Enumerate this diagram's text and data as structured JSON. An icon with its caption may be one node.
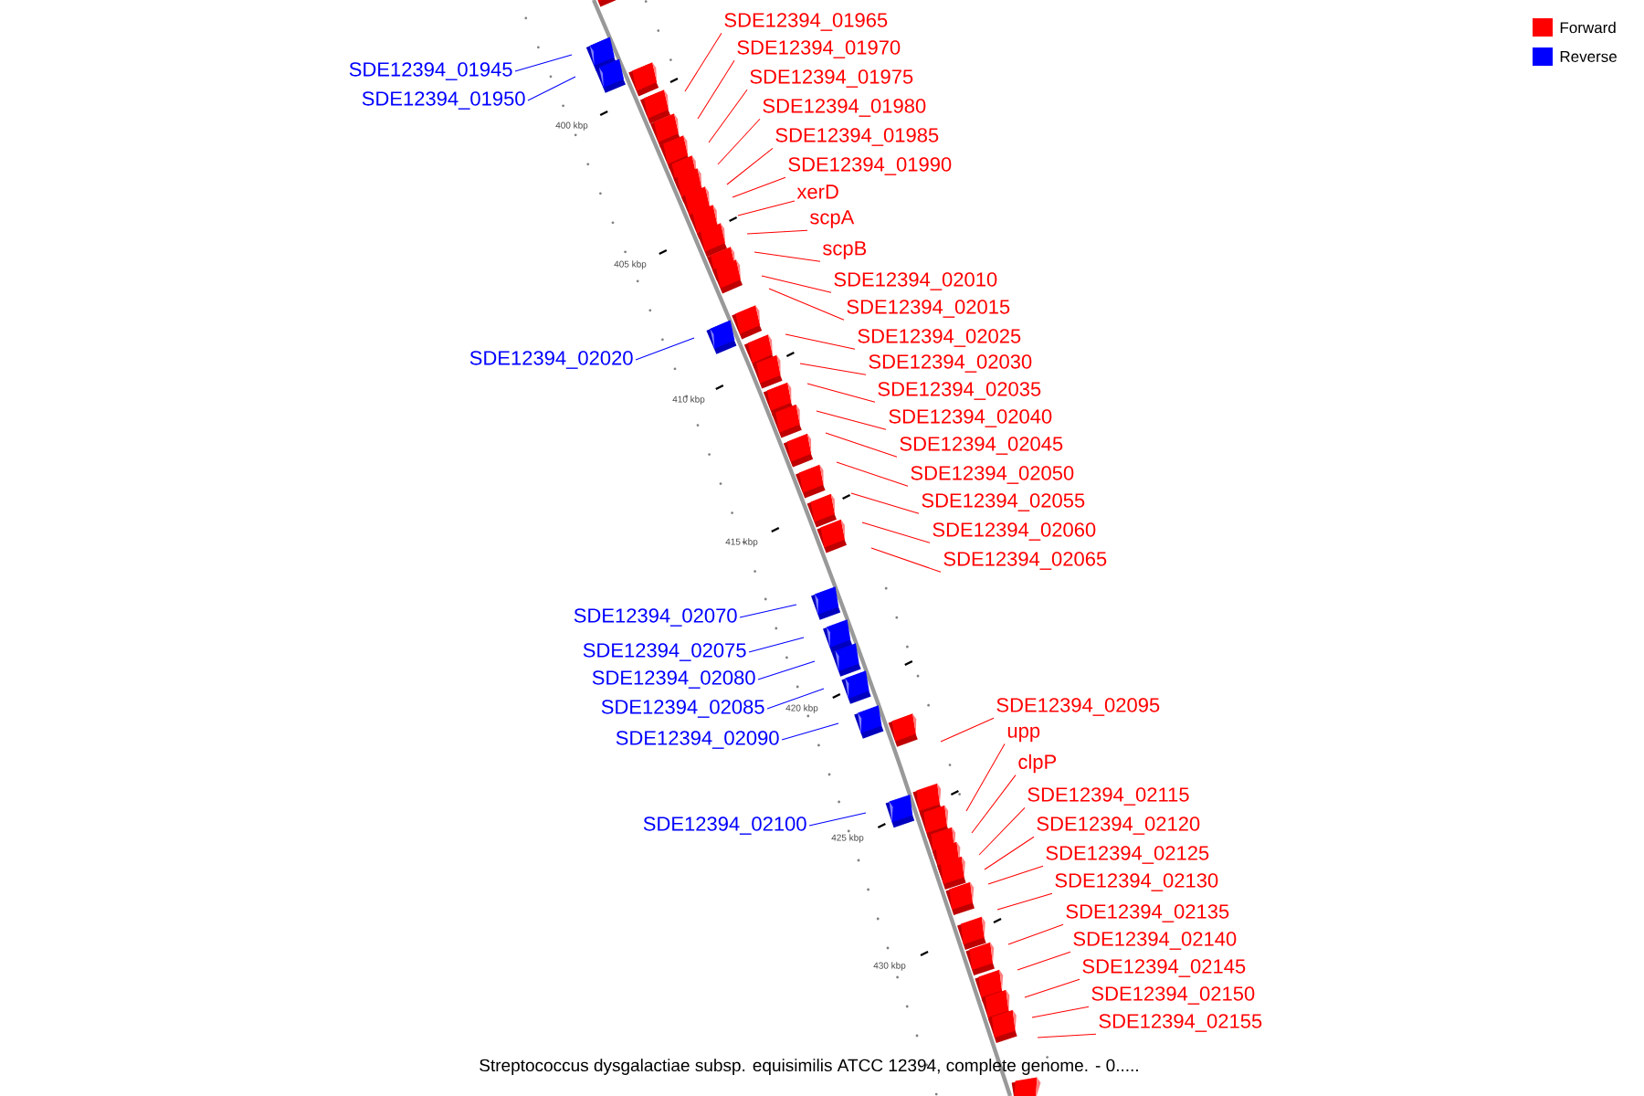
{
  "diagram": {
    "caption": "Streptococcus dysgalactiae subsp. equisimilis ATCC 12394, complete genome. - 0.....",
    "nodes": [
      {
        "text": [
          "SDE12394_01945"
        ]
      },
      {
        "text": [
          "SDE12394_01950"
        ]
      },
      {
        "text": [
          "SDE12394_01965"
        ]
      },
      {
        "text": [
          "SDE12394_01970"
        ]
      },
      {
        "text": [
          "SDE12394_01975"
        ]
      },
      {
        "text": [
          "SDE12394_01980"
        ]
      },
      {
        "text": [
          "SDE12394_01985"
        ]
      },
      {
        "text": [
          "SDE12394_01990"
        ]
      },
      {
        "text": [
          "xerD"
        ]
      },
      {
        "text": [
          "scpA"
        ]
      },
      {
        "text": [
          "scpB"
        ]
      },
      {
        "text": [
          "SDE12394_02010"
        ]
      },
      {
        "text": [
          "SDE12394_02015"
        ]
      },
      {
        "text": [
          "SDE12394_02020"
        ]
      },
      {
        "text": [
          "SDE12394_02025"
        ]
      },
      {
        "text": [
          "SDE12394_02030"
        ]
      },
      {
        "text": [
          "SDE12394_02035"
        ]
      },
      {
        "text": [
          "SDE12394_02040"
        ]
      },
      {
        "text": [
          "SDE12394_02045"
        ]
      },
      {
        "text": [
          "SDE12394_02050"
        ]
      },
      {
        "text": [
          "SDE12394_02055"
        ]
      },
      {
        "text": [
          "SDE12394_02060"
        ]
      },
      {
        "text": [
          "SDE12394_02065"
        ]
      },
      {
        "text": [
          "SDE12394_02070"
        ]
      },
      {
        "text": [
          "SDE12394_02075"
        ]
      },
      {
        "text": [
          "SDE12394_02080"
        ]
      },
      {
        "text": [
          "SDE12394_02085"
        ]
      },
      {
        "text": [
          "SDE12394_02090"
        ]
      },
      {
        "text": [
          "SDE12394_02095"
        ]
      },
      {
        "text": [
          "upp"
        ]
      },
      {
        "text": [
          "clpP"
        ]
      },
      {
        "text": [
          "SDE12394_02100"
        ]
      },
      {
        "text": [
          "SDE12394_02115"
        ]
      },
      {
        "text": [
          "SDE12394_02120"
        ]
      },
      {
        "text": [
          "SDE12394_02125"
        ]
      },
      {
        "text": [
          "SDE12394_02130"
        ]
      },
      {
        "text": [
          "SDE12394_02135"
        ]
      },
      {
        "text": [
          "SDE12394_02140"
        ]
      },
      {
        "text": [
          "SDE12394_02145"
        ]
      },
      {
        "text": [
          "SDE12394_02150"
        ]
      },
      {
        "text": [
          "SDE12394_02155"
        ]
      }
    ],
    "edges": [
      {
        "from": 0,
        "to": null,
        "arrow": "none",
        "color": "#0000ff"
      },
      {
        "from": 1,
        "to": null,
        "arrow": "none",
        "color": "#0000ff"
      },
      {
        "from": 2,
        "to": null,
        "arrow": "none"
      },
      {
        "from": 3,
        "to": null,
        "arrow": "none"
      },
      {
        "from": 4,
        "to": null,
        "arrow": "none"
      },
      {
        "from": 5,
        "to": null,
        "arrow": "none"
      },
      {
        "from": 6,
        "to": null,
        "arrow": "none"
      },
      {
        "from": 7,
        "to": null,
        "arrow": "none"
      },
      {
        "from": 8,
        "to": null,
        "arrow": "none"
      },
      {
        "from": 9,
        "to": null,
        "arrow": "none"
      },
      {
        "from": 10,
        "to": null,
        "arrow": "none"
      },
      {
        "from": 11,
        "to": null,
        "arrow": "none"
      },
      {
        "from": 12,
        "to": null,
        "arrow": "none"
      },
      {
        "from": 13,
        "to": null,
        "arrow": "none",
        "color": "#0000ff"
      },
      {
        "from": 14,
        "to": null,
        "arrow": "none"
      },
      {
        "from": 15,
        "to": null,
        "arrow": "none"
      },
      {
        "from": 16,
        "to": null,
        "arrow": "none"
      },
      {
        "from": 17,
        "to": null,
        "arrow": "none"
      },
      {
        "from": 18,
        "to": null,
        "arrow": "none"
      },
      {
        "from": 19,
        "to": null,
        "arrow": "none"
      },
      {
        "from": 20,
        "to": null,
        "arrow": "none"
      },
      {
        "from": 21,
        "to": null,
        "arrow": "none"
      },
      {
        "from": 22,
        "to": null,
        "arrow": "none"
      },
      {
        "from": 23,
        "to": null,
        "arrow": "none",
        "color": "#0000ff"
      },
      {
        "from": 24,
        "to": null,
        "arrow": "none",
        "color": "#0000ff"
      },
      {
        "from": 25,
        "to": null,
        "arrow": "none",
        "color": "#0000ff"
      },
      {
        "from": 26,
        "to": null,
        "arrow": "none",
        "color": "#0000ff"
      },
      {
        "from": 27,
        "to": null,
        "arrow": "none",
        "color": "#0000ff"
      },
      {
        "from": 28,
        "to": null,
        "arrow": "none"
      },
      {
        "from": 29,
        "to": null,
        "arrow": "none"
      },
      {
        "from": 30,
        "to": null,
        "arrow": "none"
      },
      {
        "from": 31,
        "to": null,
        "arrow": "none",
        "color": "#0000ff"
      },
      {
        "from": 32,
        "to": null,
        "arrow": "none"
      },
      {
        "from": 33,
        "to": null,
        "arrow": "none"
      },
      {
        "from": 34,
        "to": null,
        "arrow": "none"
      },
      {
        "from": 35,
        "to": null,
        "arrow": "none"
      },
      {
        "from": 36,
        "to": null,
        "arrow": "none"
      },
      {
        "from": 37,
        "to": null,
        "arrow": "none"
      },
      {
        "from": 38,
        "to": null,
        "arrow": "none"
      },
      {
        "from": 39,
        "to": null,
        "arrow": "none"
      },
      {
        "from": 40,
        "to": null,
        "arrow": "none"
      }
    ],
    "labels": [
      "400 kbp",
      "405 kbp",
      "410 kbp",
      "415 kbp",
      "420 kbp",
      "425 kbp",
      "430 kbp"
    ],
    "legend": [
      {
        "text": "Forward",
        "color": "#ff0000"
      },
      {
        "text": "Reverse",
        "color": "#0000ff"
      }
    ]
  }
}
